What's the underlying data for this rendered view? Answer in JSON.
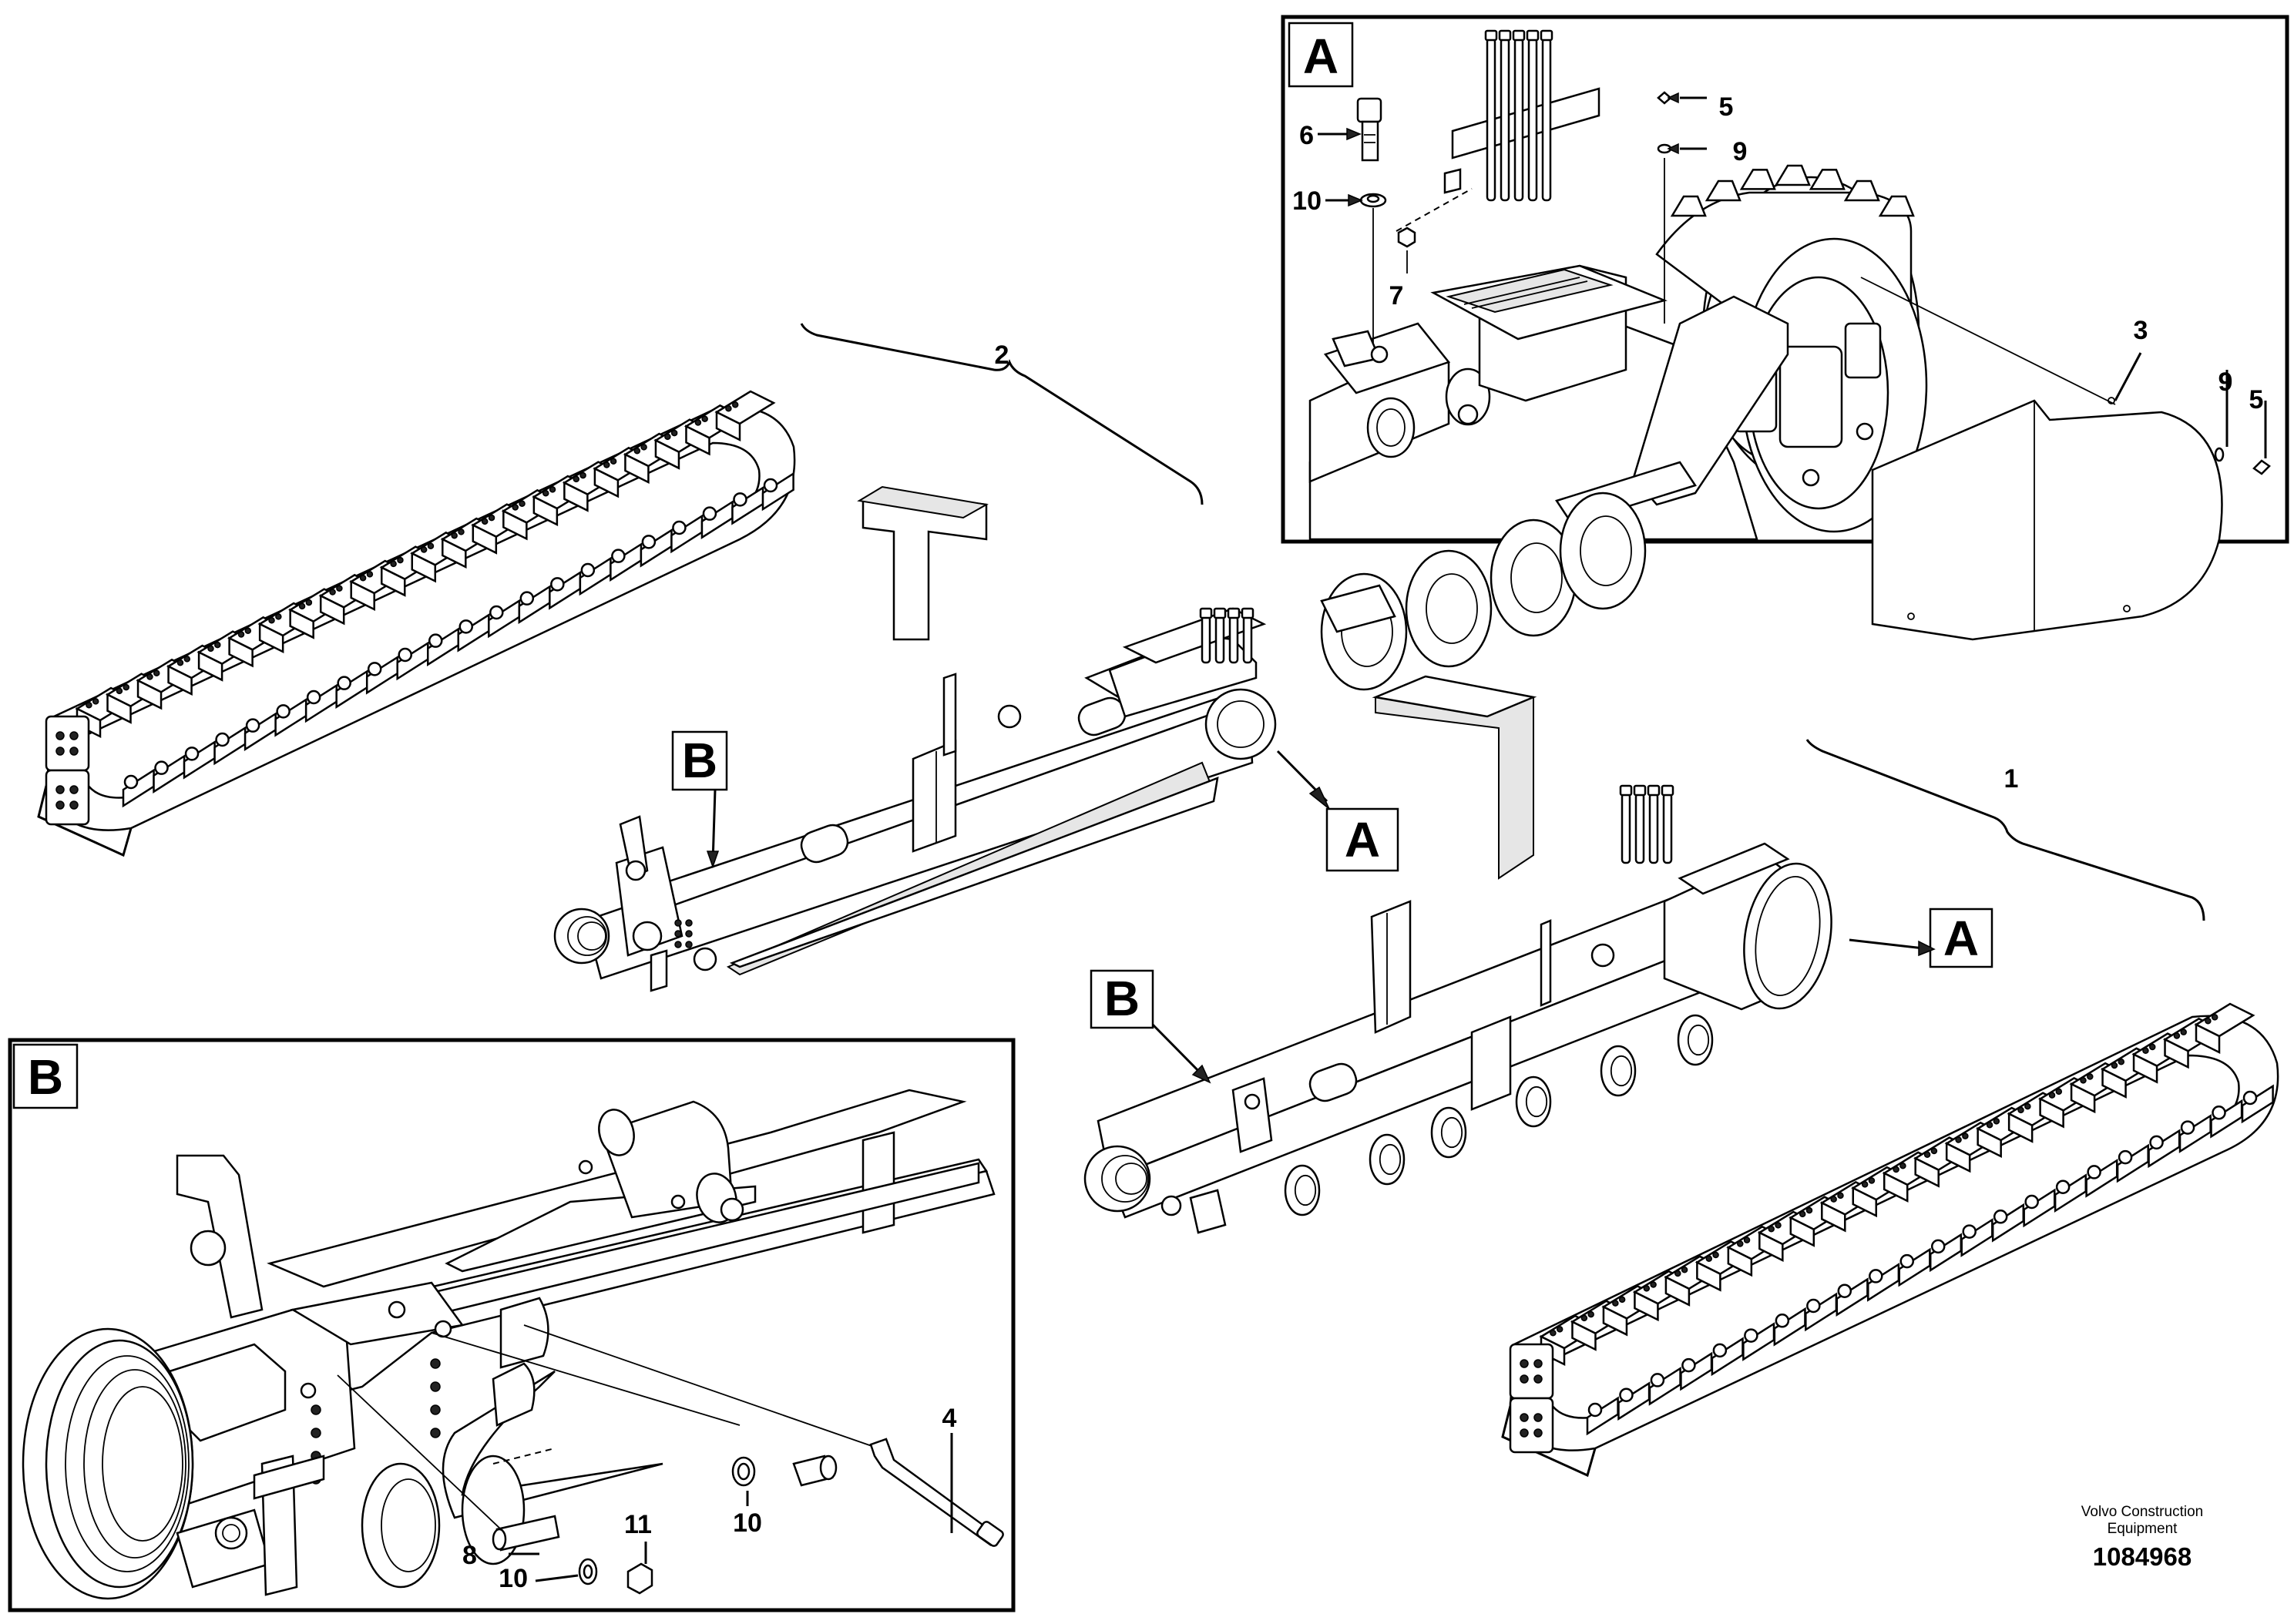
{
  "views": {
    "a": {
      "letter": "A"
    },
    "b": {
      "letter": "B"
    }
  },
  "callouts": {
    "a_main": "A",
    "b_main": "B",
    "a_right": "A",
    "b_right": "B"
  },
  "parts": {
    "p1": "1",
    "p2": "2",
    "p3": "3",
    "p4": "4",
    "p5a": "5",
    "p5b": "5",
    "p6": "6",
    "p7": "7",
    "p8": "8",
    "p9a": "9",
    "p9b": "9",
    "p10a": "10",
    "p10b": "10",
    "p10c": "10",
    "p11": "11"
  },
  "footer": {
    "brand_line1": "Volvo Construction",
    "brand_line2": "Equipment",
    "drawing_number": "1084968"
  }
}
